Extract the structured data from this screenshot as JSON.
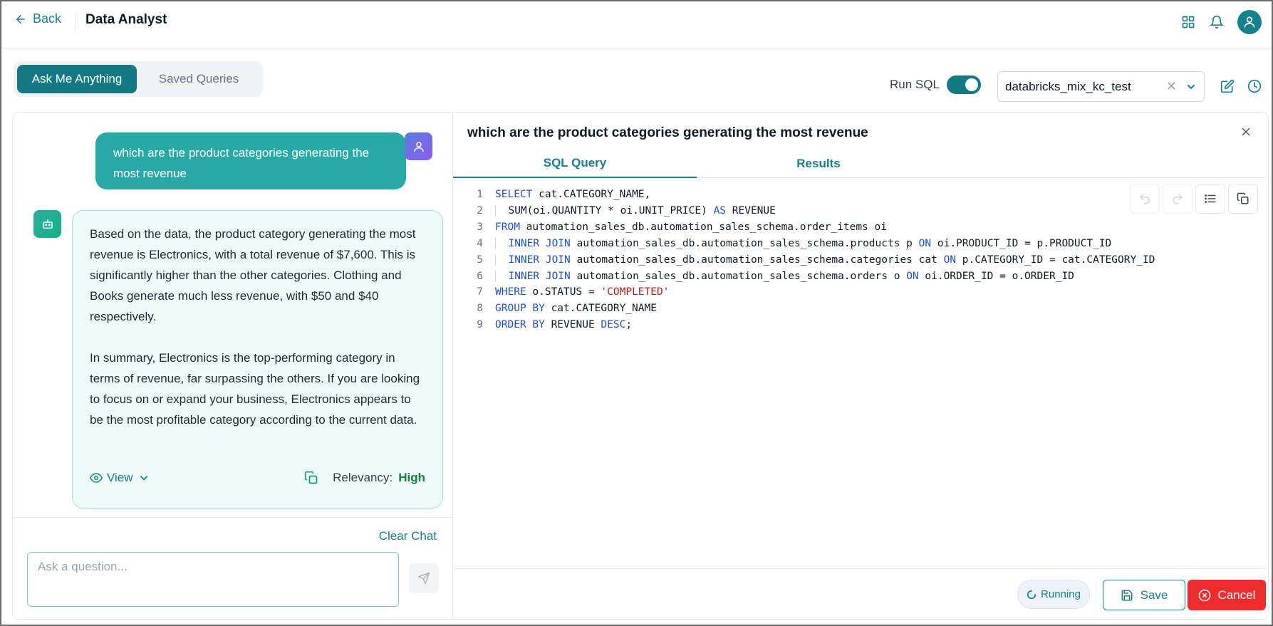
{
  "header": {
    "back_label": "Back",
    "title": "Data Analyst",
    "icons": [
      "grid-icon",
      "bell-icon",
      "user-avatar-icon"
    ]
  },
  "tabs": [
    {
      "label": "Ask Me Anything",
      "active": true
    },
    {
      "label": "Saved Queries",
      "active": false
    }
  ],
  "controls": {
    "run_sql_label": "Run SQL",
    "run_sql_on": true,
    "database": "databricks_mix_kc_test"
  },
  "chat": {
    "user_message": "which are the product categories generating the most revenue",
    "bot_paragraphs": [
      "Based on the data, the product category generating the most revenue is Electronics, with a total revenue of $7,600. This is significantly higher than the other categories. Clothing and Books generate much less revenue, with $50 and $40 respectively.",
      "In summary, Electronics is the top-performing category in terms of revenue, far surpassing the others. If you are looking to focus on or expand your business, Electronics appears to be the most profitable category according to the current data."
    ],
    "view_label": "View",
    "relevancy_label": "Relevancy:",
    "relevancy_value": "High",
    "clear_chat_label": "Clear Chat",
    "input_placeholder": "Ask a question..."
  },
  "query_panel": {
    "title": "which are the product categories generating the most revenue",
    "tab_sql": "SQL Query",
    "tab_results": "Results",
    "code_lines": [
      [
        [
          "kw",
          "SELECT"
        ],
        [
          "t",
          " cat.CATEGORY_NAME,"
        ]
      ],
      [
        [
          "i",
          ""
        ],
        [
          "t",
          "SUM(oi.QUANTITY * oi.UNIT_PRICE) "
        ],
        [
          "kw",
          "AS"
        ],
        [
          "t",
          " REVENUE"
        ]
      ],
      [
        [
          "kw",
          "FROM"
        ],
        [
          "t",
          " automation_sales_db.automation_sales_schema.order_items oi"
        ]
      ],
      [
        [
          "i",
          ""
        ],
        [
          "kw",
          "INNER JOIN"
        ],
        [
          "t",
          " automation_sales_db.automation_sales_schema.products p "
        ],
        [
          "kw",
          "ON"
        ],
        [
          "t",
          " oi.PRODUCT_ID = p.PRODUCT_ID"
        ]
      ],
      [
        [
          "i",
          ""
        ],
        [
          "kw",
          "INNER JOIN"
        ],
        [
          "t",
          " automation_sales_db.automation_sales_schema.categories cat "
        ],
        [
          "kw",
          "ON"
        ],
        [
          "t",
          " p.CATEGORY_ID = cat.CATEGORY_ID"
        ]
      ],
      [
        [
          "i",
          ""
        ],
        [
          "kw",
          "INNER JOIN"
        ],
        [
          "t",
          " automation_sales_db.automation_sales_schema.orders o "
        ],
        [
          "kw",
          "ON"
        ],
        [
          "t",
          " oi.ORDER_ID = o.ORDER_ID"
        ]
      ],
      [
        [
          "kw",
          "WHERE"
        ],
        [
          "t",
          " o.STATUS = "
        ],
        [
          "str",
          "'COMPLETED'"
        ]
      ],
      [
        [
          "kw",
          "GROUP BY"
        ],
        [
          "t",
          " cat.CATEGORY_NAME"
        ]
      ],
      [
        [
          "kw",
          "ORDER BY"
        ],
        [
          "t",
          " REVENUE "
        ],
        [
          "kw",
          "DESC"
        ],
        [
          "t",
          ";"
        ]
      ]
    ],
    "running_label": "Running",
    "save_label": "Save",
    "cancel_label": "Cancel"
  },
  "colors": {
    "accent": "#13828a",
    "user_bubble": "#29a9a6",
    "bot_bubble": "#ecfbf8",
    "cancel": "#ef2b2b",
    "relevancy_high": "#15803d"
  }
}
